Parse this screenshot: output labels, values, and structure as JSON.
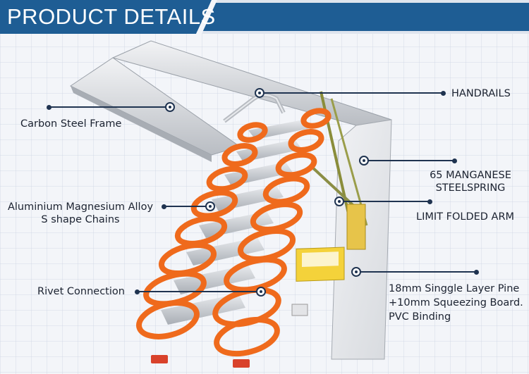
{
  "header": {
    "title": "PRODUCT DETAILS"
  },
  "colors": {
    "header": "#1e5d94",
    "frame": "#c9ccd1",
    "spring": "#ef6a1c",
    "panel": "#e6e8ec",
    "leader": "#1f3350"
  },
  "callouts": [
    {
      "id": "handrails",
      "lines": [
        "HANDRAILS"
      ]
    },
    {
      "id": "carbon-steel-frame",
      "lines": [
        "Carbon Steel Frame"
      ]
    },
    {
      "id": "manganese-spring",
      "lines": [
        "65 MANGANESE",
        "STEELSPRING"
      ]
    },
    {
      "id": "alloy-chains",
      "lines": [
        "Aluminium Magnesium Alloy",
        "S shape Chains"
      ]
    },
    {
      "id": "limit-folded-arm",
      "lines": [
        "LIMIT FOLDED ARM"
      ]
    },
    {
      "id": "rivet-connection",
      "lines": [
        "Rivet Connection"
      ]
    },
    {
      "id": "board",
      "lines": [
        "18mm Singgle Layer Pine",
        "+10mm Squeezing Board.",
        "PVC Binding"
      ]
    }
  ]
}
